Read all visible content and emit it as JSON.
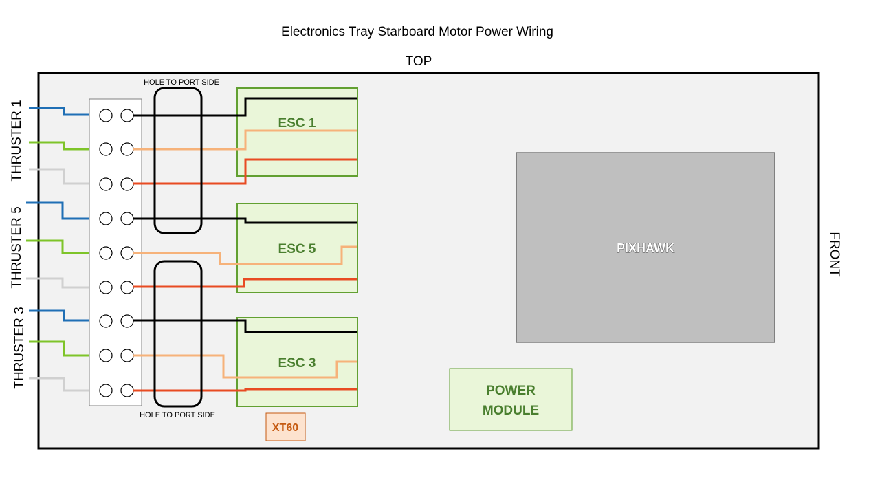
{
  "title": "Electronics Tray Starboard Motor Power Wiring",
  "orientation": {
    "top": "TOP",
    "front": "FRONT"
  },
  "holes": {
    "top_label": "HOLE TO PORT SIDE",
    "bottom_label": "HOLE TO PORT SIDE"
  },
  "thrusters": [
    {
      "label": "THRUSTER 1",
      "esc": "ESC 1"
    },
    {
      "label": "THRUSTER 5",
      "esc": "ESC 5"
    },
    {
      "label": "THRUSTER 3",
      "esc": "ESC 3"
    }
  ],
  "components": {
    "pixhawk": "PIXHAWK",
    "power_module_line1": "POWER",
    "power_module_line2": "MODULE",
    "xt60": "XT60"
  },
  "colors": {
    "wire_blue": "#1f6fb5",
    "wire_green": "#7ec429",
    "wire_gray": "#d0d0d0",
    "wire_black": "#000000",
    "wire_orange": "#f6b27a",
    "wire_red": "#e84b22",
    "esc_fill": "#eaf6d9",
    "esc_border": "#62a031",
    "esc_text": "#4a7f2f",
    "pixhawk_fill": "#bfbfbf",
    "xt60_fill": "#fde3cf",
    "xt60_border": "#c55a11",
    "xt60_text": "#c55a11"
  }
}
